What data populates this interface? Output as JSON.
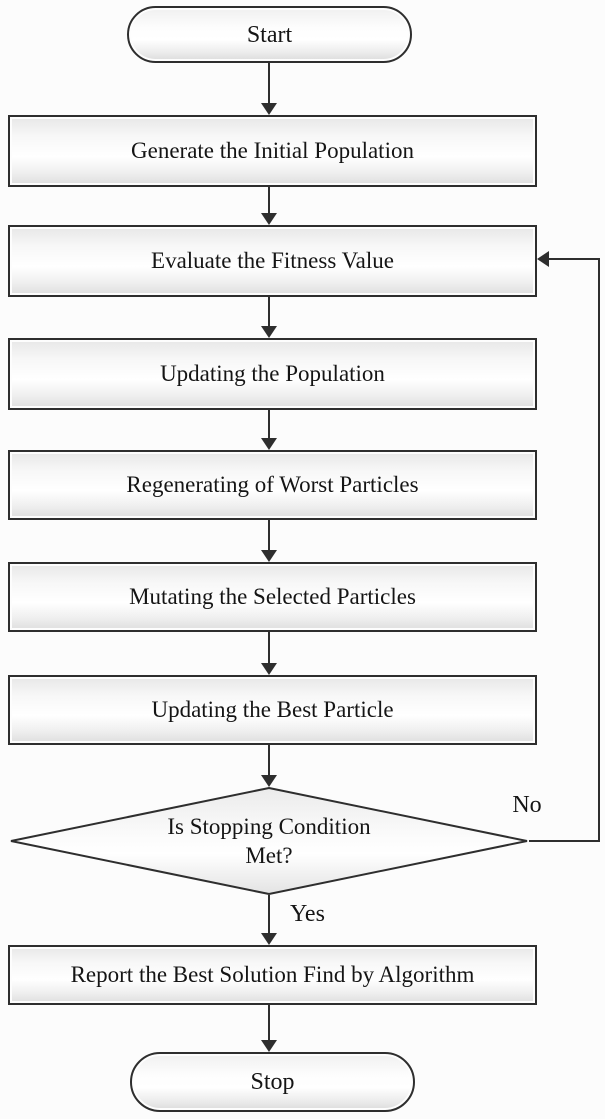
{
  "flowchart": {
    "type": "flowchart",
    "nodes": [
      {
        "id": "start",
        "shape": "terminator",
        "label": "Start"
      },
      {
        "id": "generate",
        "shape": "process",
        "label": "Generate the Initial Population"
      },
      {
        "id": "evaluate",
        "shape": "process",
        "label": "Evaluate the Fitness Value"
      },
      {
        "id": "update_population",
        "shape": "process",
        "label": "Updating the Population"
      },
      {
        "id": "regenerate_worst",
        "shape": "process",
        "label": "Regenerating of Worst Particles"
      },
      {
        "id": "mutate_selected",
        "shape": "process",
        "label": "Mutating the Selected Particles"
      },
      {
        "id": "update_best",
        "shape": "process",
        "label": "Updating the Best Particle"
      },
      {
        "id": "decision",
        "shape": "decision",
        "label": "Is Stopping Condition Met?",
        "lines": [
          "Is Stopping Condition",
          "Met?"
        ]
      },
      {
        "id": "report",
        "shape": "process",
        "label": "Report the Best Solution Find by Algorithm"
      },
      {
        "id": "stop",
        "shape": "terminator",
        "label": "Stop"
      }
    ],
    "edges": [
      {
        "from": "start",
        "to": "generate",
        "label": ""
      },
      {
        "from": "generate",
        "to": "evaluate",
        "label": ""
      },
      {
        "from": "evaluate",
        "to": "update_population",
        "label": ""
      },
      {
        "from": "update_population",
        "to": "regenerate_worst",
        "label": ""
      },
      {
        "from": "regenerate_worst",
        "to": "mutate_selected",
        "label": ""
      },
      {
        "from": "mutate_selected",
        "to": "update_best",
        "label": ""
      },
      {
        "from": "update_best",
        "to": "decision",
        "label": ""
      },
      {
        "from": "decision",
        "to": "report",
        "label": "Yes"
      },
      {
        "from": "decision",
        "to": "evaluate",
        "label": "No"
      }
    ],
    "colors": {
      "border": "#2e2e2e",
      "fill_light": "#ffffff",
      "fill_shade": "#dedede",
      "text": "#151515",
      "background": "#fcfcfc"
    }
  }
}
